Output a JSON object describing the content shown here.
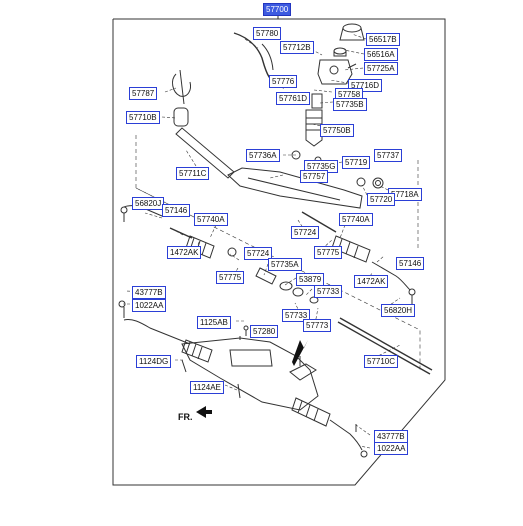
{
  "diagram": {
    "labels": {
      "p57700": "57700",
      "p57780": "57780",
      "p56517B": "56517B",
      "p57712B": "57712B",
      "p56516A": "56516A",
      "p57725A": "57725A",
      "p57776": "57776",
      "p57716D": "57716D",
      "p57787": "57787",
      "p57758": "57758",
      "p57761D": "57761D",
      "p57735B": "57735B",
      "p57710B": "57710B",
      "p57750B": "57750B",
      "p57736A": "57736A",
      "p57719": "57719",
      "p57737": "57737",
      "p57735G": "57735G",
      "p57711C": "57711C",
      "p57757": "57757",
      "p57718A": "57718A",
      "p57720": "57720",
      "p56820J": "56820J",
      "p57146_l": "57146",
      "p57740A_l": "57740A",
      "p57740A_r": "57740A",
      "p57724_a": "57724",
      "p57775_r": "57775",
      "p1472AK_l": "1472AK",
      "p57724_b": "57724",
      "p57146_r": "57146",
      "p57735A": "57735A",
      "p57775_l": "57775",
      "p53879": "53879",
      "p1472AK_r": "1472AK",
      "p57733_a": "57733",
      "p43777B_t": "43777B",
      "p1022AA_t": "1022AA",
      "p57733_b": "57733",
      "p56820H": "56820H",
      "p57773": "57773",
      "p1125AB": "1125AB",
      "p57280": "57280",
      "p57710C": "57710C",
      "p1124DG": "1124DG",
      "p1124AE": "1124AE",
      "p43777B_b": "43777B",
      "p1022AA_b": "1022AA"
    },
    "direction_marker": "FR."
  },
  "colors": {
    "label_border": "#2b3fd6",
    "top_label_fill": "#3d5be0",
    "line": "#333333"
  }
}
